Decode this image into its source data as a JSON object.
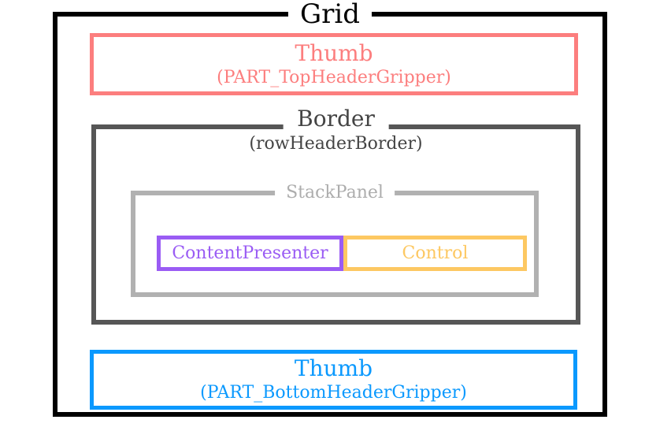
{
  "diagram": {
    "title": "Grid",
    "top_thumb": {
      "label": "Thumb",
      "sublabel": "(PART_TopHeaderGripper)",
      "color": "#fc7e7e"
    },
    "border": {
      "label": "Border",
      "sublabel": "(rowHeaderBorder)",
      "color": "#565656"
    },
    "stackpanel": {
      "label": "StackPanel",
      "color": "#b1b1b1"
    },
    "content_presenter": {
      "label": "ContentPresenter",
      "color": "#9a5cf4"
    },
    "control": {
      "label": "Control",
      "color": "#fdc862"
    },
    "bottom_thumb": {
      "label": "Thumb",
      "sublabel": "(PART_BottomHeaderGripper)",
      "color": "#0b99fe"
    },
    "frame_color": "#000000",
    "background_color": "#ffffff"
  }
}
